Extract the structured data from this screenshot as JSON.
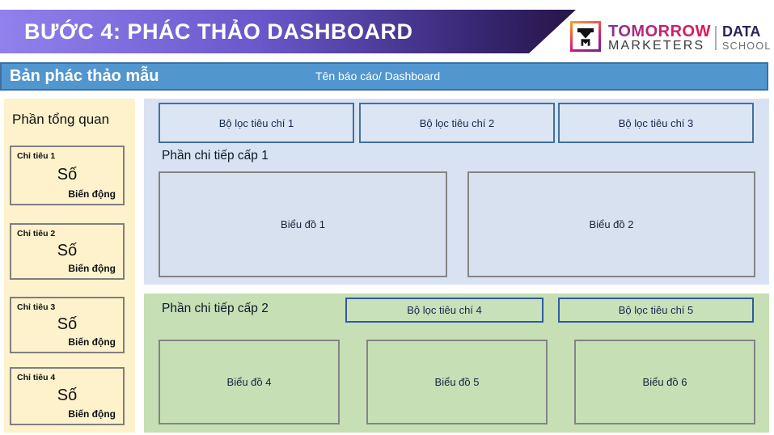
{
  "header": {
    "title": "BƯỚC 4: PHÁC THẢO DASHBOARD"
  },
  "logo": {
    "icon": "tm-logo-icon",
    "brand_top": "TOMORROW",
    "brand_bottom": "MARKETERS",
    "unit_top": "DATA",
    "unit_bottom": "SCHOOL"
  },
  "title_bar": {
    "left_label": "Bản phác thảo mẫu",
    "center_label": "Tên báo cáo/ Dashboard"
  },
  "overview": {
    "title": "Phần tổng quan",
    "kpis": [
      {
        "label": "Chỉ tiêu 1",
        "value": "Số",
        "change": "Biến động"
      },
      {
        "label": "Chỉ tiêu 2",
        "value": "Số",
        "change": "Biến động"
      },
      {
        "label": "Chỉ tiêu 3",
        "value": "Số",
        "change": "Biến động"
      },
      {
        "label": "Chỉ tiêu 4",
        "value": "Số",
        "change": "Biến động"
      }
    ]
  },
  "section1": {
    "title": "Phần chi tiếp cấp 1",
    "filters": [
      "Bộ lọc tiêu chí 1",
      "Bộ lọc tiêu chí 2",
      "Bộ lọc tiêu chí 3"
    ],
    "charts": [
      "Biểu đồ 1",
      "Biểu đồ 2"
    ]
  },
  "section2": {
    "title": "Phần chi tiếp cấp 2",
    "filters": [
      "Bộ lọc tiêu chí 4",
      "Bộ lọc tiêu chí 5"
    ],
    "charts": [
      "Biểu đồ 4",
      "Biểu đồ 5",
      "Biểu đồ 6"
    ]
  },
  "colors": {
    "banner_gradient_start": "#9181ec",
    "banner_gradient_end": "#271647",
    "title_bar_blue": "#5296d0",
    "sidebar_cream": "#fdf2cc",
    "section1_lavender": "#d9e2f2",
    "section2_green": "#c6dfb5",
    "filter_border_blue": "#41719c",
    "box_border_gray": "#848484"
  }
}
